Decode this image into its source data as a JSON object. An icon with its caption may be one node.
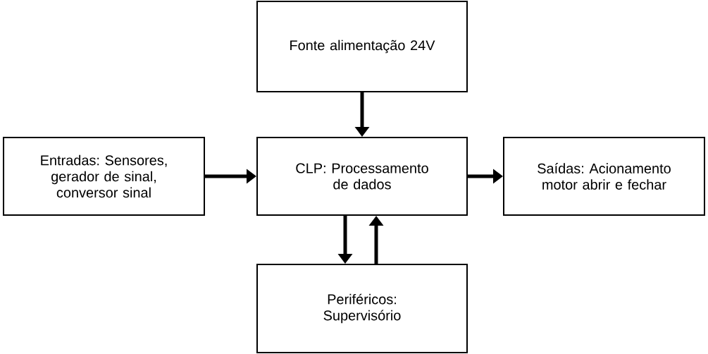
{
  "diagram": {
    "nodes": [
      {
        "text": [
          "Fonte alimentação 24V"
        ]
      },
      {
        "text": [
          "Entradas: Sensores, gerador de sinal, conversor sinal"
        ]
      },
      {
        "text": [
          "CLP: Processamento de dados"
        ]
      },
      {
        "text": [
          "Saídas: Acionamento motor abrir e fechar"
        ]
      },
      {
        "text": [
          "Periféricos: Supervisório"
        ]
      }
    ],
    "edges": [
      {
        "from": 0,
        "to": 2,
        "arrow": "to"
      },
      {
        "from": 1,
        "to": 2,
        "arrow": "to"
      },
      {
        "from": 2,
        "to": 3,
        "arrow": "to"
      },
      {
        "from": 2,
        "to": 4,
        "arrow": "to"
      },
      {
        "from": 4,
        "to": 2,
        "arrow": "to"
      }
    ]
  }
}
